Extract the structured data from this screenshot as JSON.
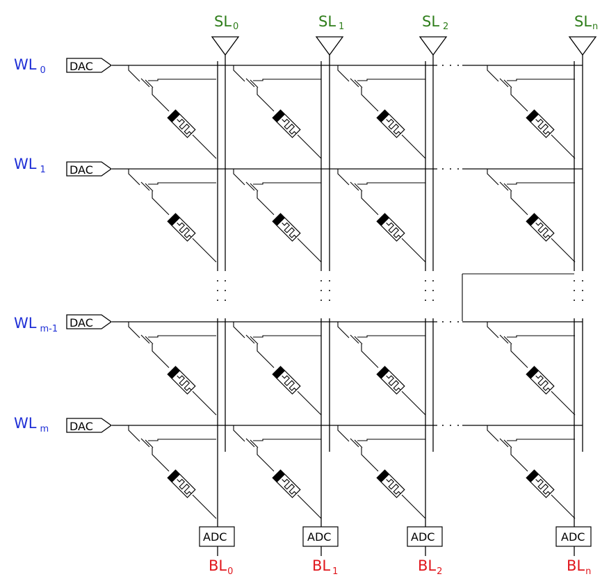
{
  "colors": {
    "word_line": "#1f2fd6",
    "select_line": "#2e7d1a",
    "bit_line": "#e0161c",
    "stroke": "#000000"
  },
  "word_lines": [
    {
      "name": "WL",
      "sub": "0",
      "driver": "DAC"
    },
    {
      "name": "WL",
      "sub": "1",
      "driver": "DAC"
    },
    {
      "name": "WL",
      "sub": "m-1",
      "driver": "DAC"
    },
    {
      "name": "WL",
      "sub": "m",
      "driver": "DAC"
    }
  ],
  "select_lines": [
    {
      "name": "SL",
      "sub": "0"
    },
    {
      "name": "SL",
      "sub": "1"
    },
    {
      "name": "SL",
      "sub": "2"
    },
    {
      "name": "SL",
      "sub": "n"
    }
  ],
  "bit_lines": [
    {
      "name": "BL",
      "sub": "0",
      "readout": "ADC"
    },
    {
      "name": "BL",
      "sub": "1",
      "readout": "ADC"
    },
    {
      "name": "BL",
      "sub": "2",
      "readout": "ADC"
    },
    {
      "name": "BL",
      "sub": "n",
      "readout": "ADC"
    }
  ],
  "icons": {
    "cell": "transistor-memristor-cell-icon",
    "select_driver": "triangle-driver-icon"
  }
}
